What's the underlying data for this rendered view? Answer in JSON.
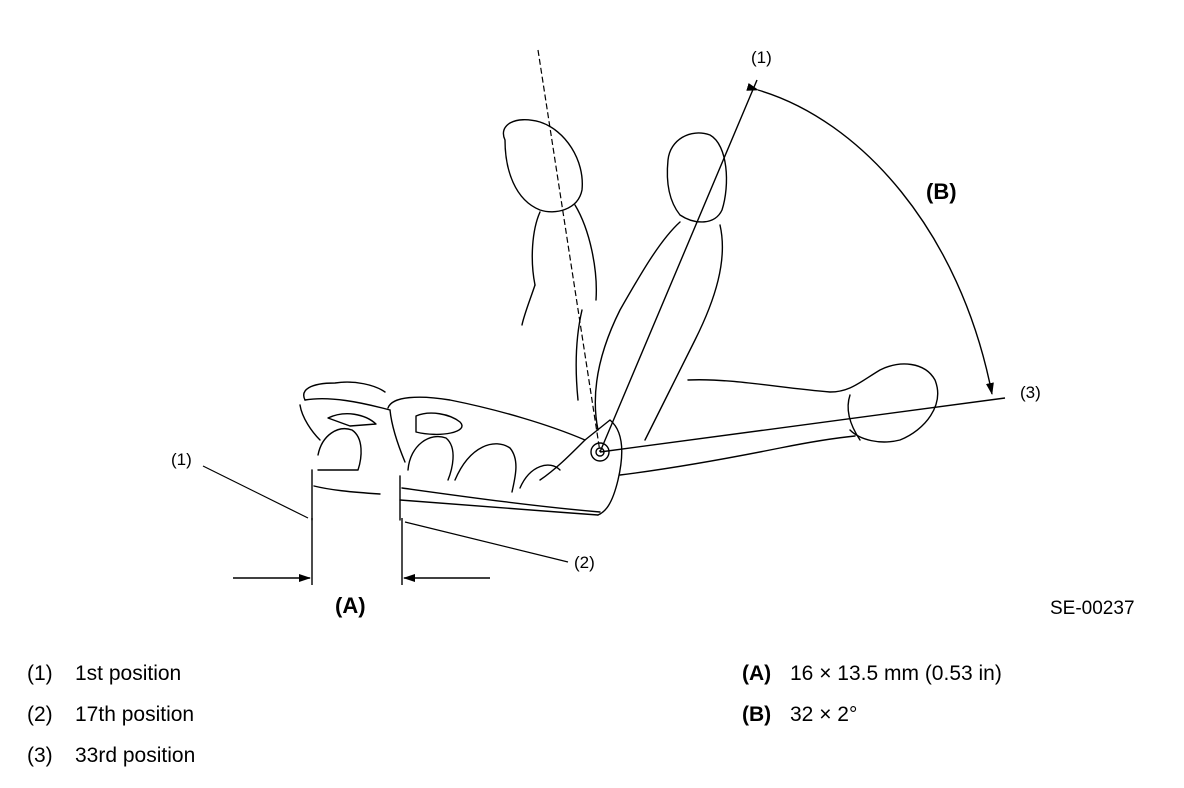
{
  "diagram": {
    "callout_1_top": "(1)",
    "callout_1_left": "(1)",
    "callout_2": "(2)",
    "callout_3": "(3)",
    "dimension_a": "(A)",
    "dimension_b": "(B)",
    "figure_code": "SE-00237"
  },
  "legend_left": [
    {
      "key": "(1)",
      "text": "1st position"
    },
    {
      "key": "(2)",
      "text": "17th position"
    },
    {
      "key": "(3)",
      "text": "33rd position"
    }
  ],
  "legend_right": [
    {
      "key": "(A)",
      "text": "16 × 13.5 mm (0.53 in)"
    },
    {
      "key": "(B)",
      "text": "32 × 2°"
    }
  ]
}
